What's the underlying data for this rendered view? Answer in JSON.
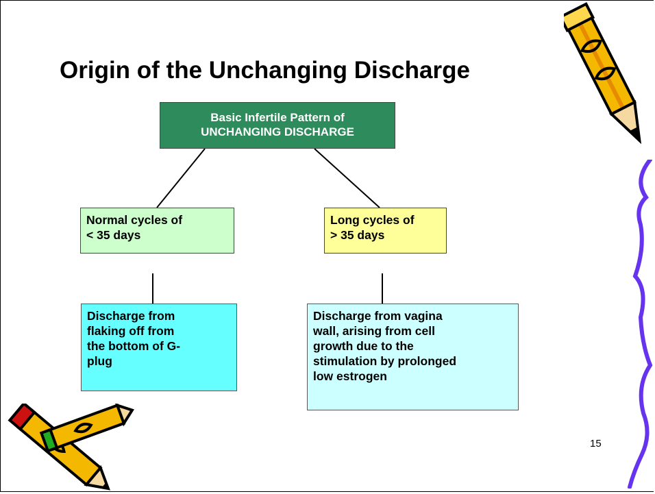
{
  "slide": {
    "title": "Origin of the Unchanging Discharge",
    "page_number": "15"
  },
  "diagram": {
    "root": {
      "line1": "Basic Infertile Pattern of",
      "line2": "UNCHANGING DISCHARGE",
      "color": "#2e8b5b"
    },
    "left_branch": {
      "line1": "Normal cycles of",
      "line2": "< 35 days",
      "color": "#ccffcc"
    },
    "right_branch": {
      "line1": "Long cycles of",
      "line2": "> 35 days",
      "color": "#ffff99"
    },
    "left_result": {
      "lines": [
        "Discharge from",
        "flaking off from",
        "the bottom of G-",
        "plug"
      ],
      "color": "#66ffff"
    },
    "right_result": {
      "lines": [
        "Discharge from vagina",
        "wall, arising from cell",
        "growth due to the",
        "stimulation by prolonged",
        "low estrogen"
      ],
      "color": "#ccffff"
    }
  },
  "decorations": {
    "pencil_top_right": "pencil-icon",
    "pencils_bottom_left": "crossed-pencils-icon",
    "wavy_border": "wavy-line"
  }
}
